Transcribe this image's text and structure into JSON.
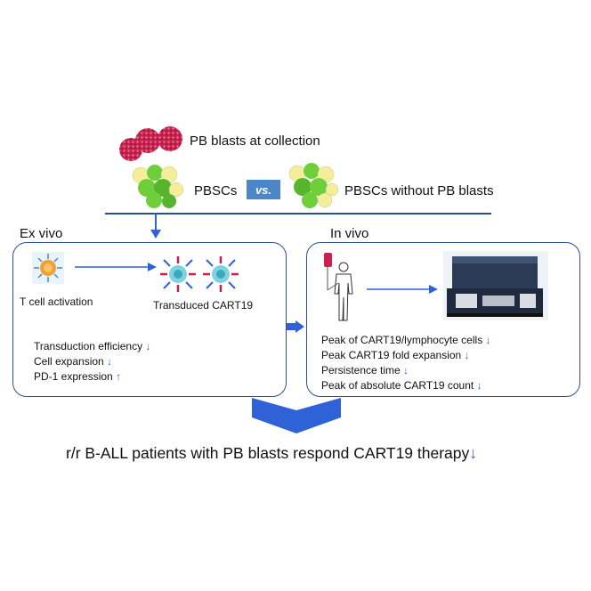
{
  "top": {
    "pb_blasts_label": "PB blasts at collection",
    "pbscs_label": "PBSCs",
    "vs_label": "vs.",
    "pbscs_without_label": "PBSCs without PB blasts"
  },
  "ex_vivo": {
    "title": "Ex vivo",
    "t_cell_label": "T cell activation",
    "transduced_label": "Transduced CART19",
    "metrics": [
      {
        "text": "Transduction efficiency",
        "trend": "↓"
      },
      {
        "text": "Cell expansion",
        "trend": "↓"
      },
      {
        "text": "PD-1 expression",
        "trend": "↑"
      }
    ]
  },
  "in_vivo": {
    "title": "In vivo",
    "metrics": [
      {
        "text": "Peak of CART19/lymphocyte cells",
        "trend": "↓"
      },
      {
        "text": "Peak CART19 fold expansion",
        "trend": "↓"
      },
      {
        "text": "Persistence time",
        "trend": "↓"
      },
      {
        "text": "Peak of  absolute CART19 count",
        "trend": "↓"
      }
    ]
  },
  "conclusion": {
    "text": "r/r B-ALL patients with PB blasts respond CART19 therapy",
    "trend": "↓"
  },
  "colors": {
    "accent_blue": "#2f62d6",
    "panel_border": "#2e4f8f",
    "vs_box": "#4a86c8",
    "blast_red": "#c8234f",
    "cell_green": "#6fcf3a",
    "cell_yellow": "#f3ee9a"
  }
}
